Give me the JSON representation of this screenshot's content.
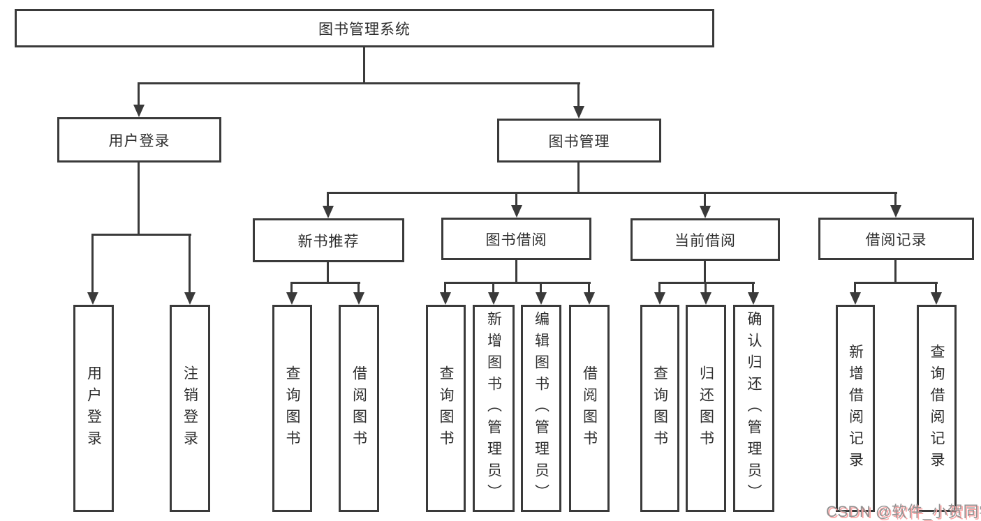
{
  "diagram": {
    "type": "tree",
    "root": {
      "label": "图书管理系统"
    },
    "level2": [
      {
        "label": "用户登录"
      },
      {
        "label": "图书管理"
      }
    ],
    "level3": [
      {
        "label": "新书推荐"
      },
      {
        "label": "图书借阅"
      },
      {
        "label": "当前借阅"
      },
      {
        "label": "借阅记录"
      }
    ],
    "leaves": {
      "user_login": [
        "用户登录",
        "注销登录"
      ],
      "new_book": [
        "查询图书",
        "借阅图书"
      ],
      "book_borrow": [
        "查询图书",
        "新增图书（管理员）",
        "编辑图书（管理员）",
        "借阅图书"
      ],
      "current_borrow": [
        "查询图书",
        "归还图书",
        "确认归还（管理员）"
      ],
      "borrow_record": [
        "新增借阅记录",
        "查询借阅记录"
      ]
    }
  },
  "watermark": {
    "text": "CSDN @软件_小贺同学"
  },
  "colors": {
    "line": "#3a3a3a",
    "box_background": "#ffffff",
    "watermark_text": "#919191",
    "watermark_shadow": "#fba6a6"
  }
}
